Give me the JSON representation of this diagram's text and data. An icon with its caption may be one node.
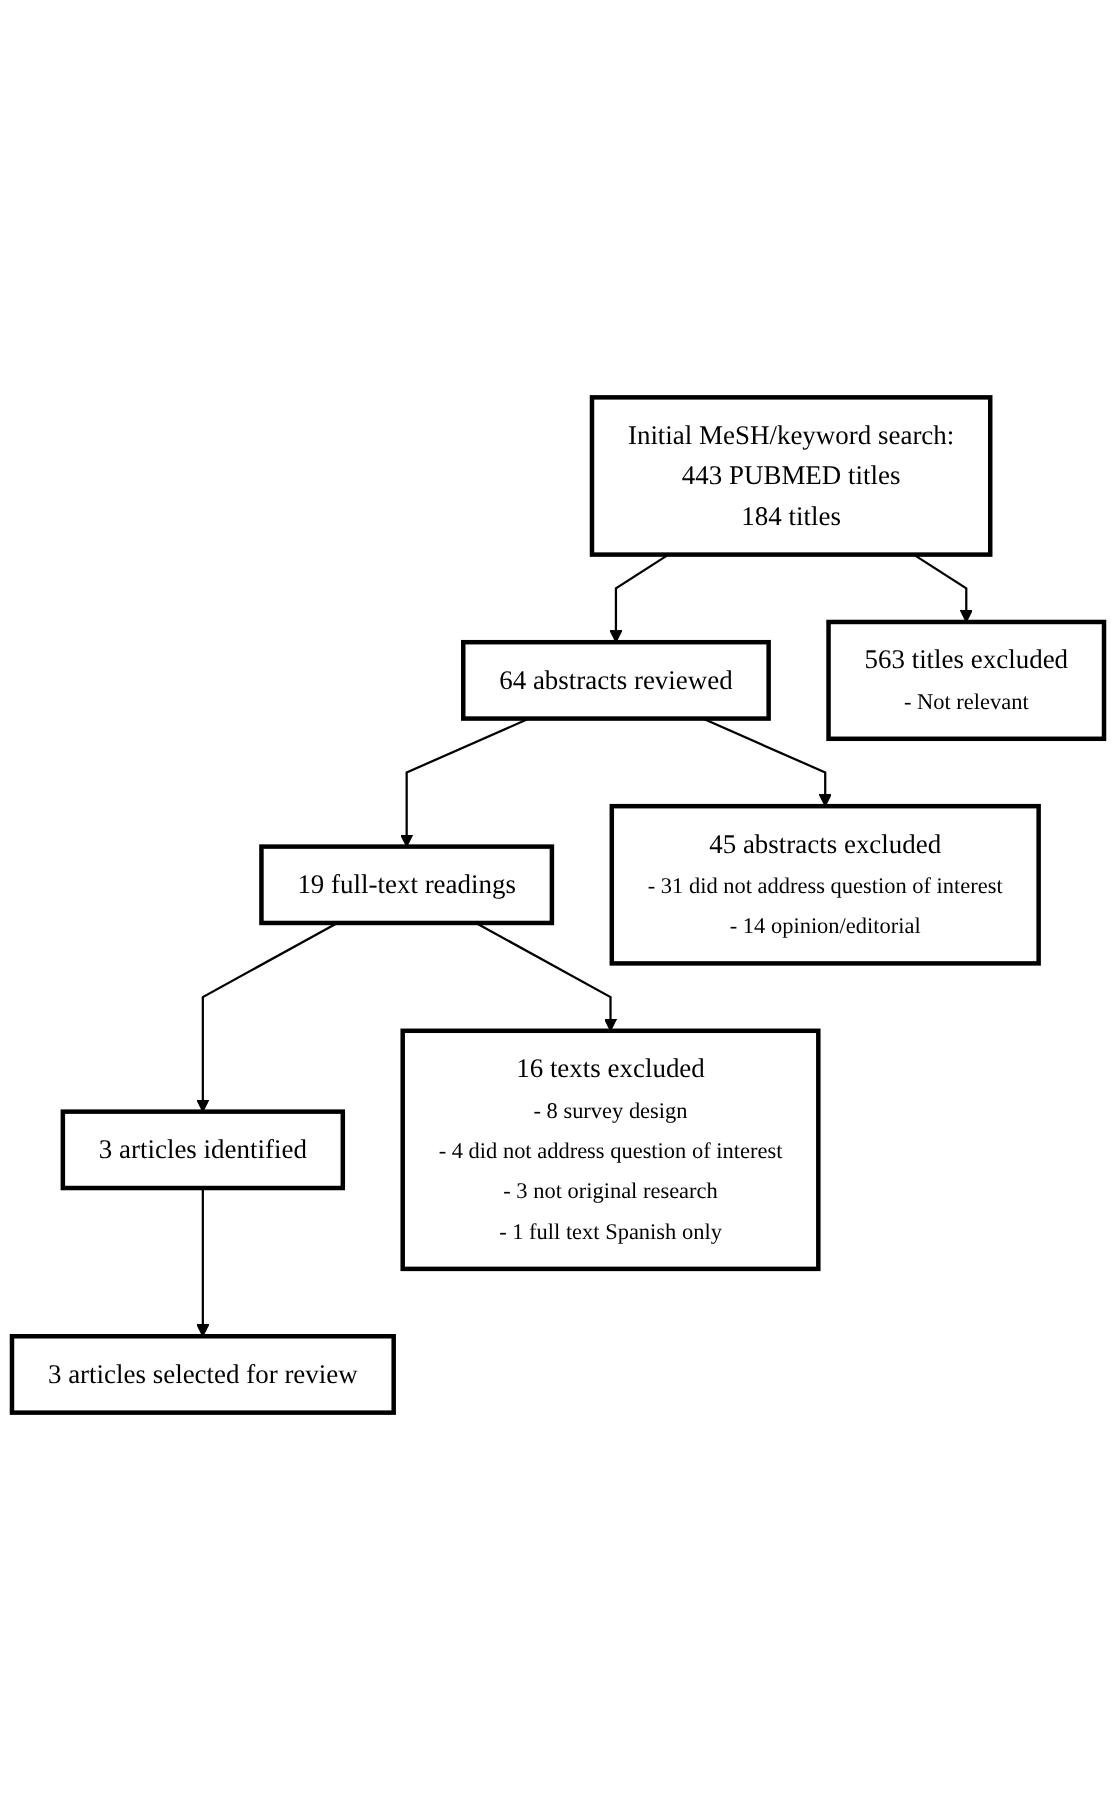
{
  "diagram": {
    "nodes": [
      {
        "text": [
          "Initial MeSH/keyword search:",
          "443 PUBMED titles",
          "184 titles"
        ]
      },
      {
        "text": [
          "563 titles excluded",
          "- Not relevant"
        ]
      },
      {
        "text": [
          "64 abstracts reviewed"
        ]
      },
      {
        "text": [
          "45 abstracts excluded",
          "- 31 did not address question of interest",
          "- 14 opinion/editorial"
        ]
      },
      {
        "text": [
          "19 full-text readings"
        ]
      },
      {
        "text": [
          "16 texts excluded",
          "- 8 survey design",
          "- 4 did not address question of interest",
          "- 3 not original research",
          "- 1 full text Spanish only"
        ]
      },
      {
        "text": [
          "3 articles identified"
        ]
      },
      {
        "text": [
          "3 articles selected for review"
        ]
      }
    ],
    "edges": [
      {
        "from": 0,
        "to": 2,
        "arrow": "to"
      },
      {
        "from": 0,
        "to": 1,
        "arrow": "to"
      },
      {
        "from": 2,
        "to": 4,
        "arrow": "to"
      },
      {
        "from": 2,
        "to": 3,
        "arrow": "to"
      },
      {
        "from": 4,
        "to": 6,
        "arrow": "to"
      },
      {
        "from": 4,
        "to": 5,
        "arrow": "to"
      },
      {
        "from": 6,
        "to": 7,
        "arrow": "to"
      }
    ]
  }
}
